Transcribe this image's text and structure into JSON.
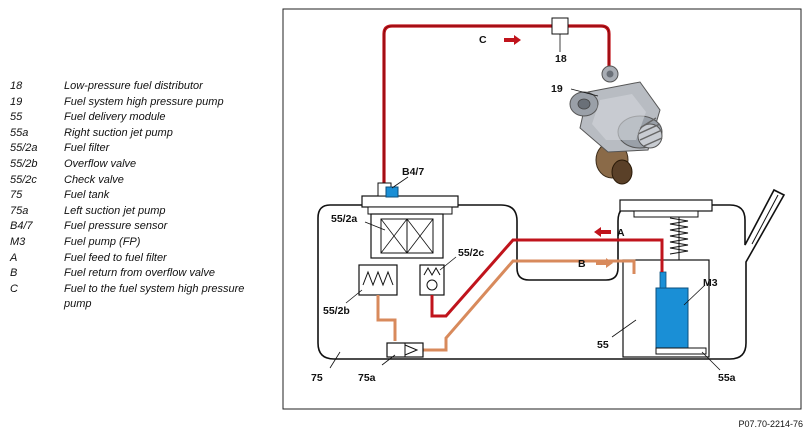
{
  "legend": [
    {
      "code": "18",
      "text": "Low-pressure fuel distributor"
    },
    {
      "code": "19",
      "text": "Fuel system high pressure pump"
    },
    {
      "code": "55",
      "text": "Fuel delivery module"
    },
    {
      "code": "55a",
      "text": "Right suction jet pump"
    },
    {
      "code": "55/2a",
      "text": "Fuel filter"
    },
    {
      "code": "55/2b",
      "text": "Overflow valve"
    },
    {
      "code": "55/2c",
      "text": "Check valve"
    },
    {
      "code": "75",
      "text": "Fuel tank"
    },
    {
      "code": "75a",
      "text": "Left suction jet pump"
    },
    {
      "code": "B4/7",
      "text": "Fuel pressure sensor"
    },
    {
      "code": "M3",
      "text": "Fuel pump (FP)"
    },
    {
      "code": "A",
      "text": "Fuel feed to fuel filter"
    },
    {
      "code": "B",
      "text": "Fuel return from overflow valve"
    },
    {
      "code": "C",
      "text": "Fuel to the fuel system high pressure pump"
    }
  ],
  "labels": {
    "c_arrow": "C",
    "l18": "18",
    "l19": "19",
    "lB47": "B4/7",
    "l552a": "55/2a",
    "l552c": "55/2c",
    "l552b": "55/2b",
    "a_arrow": "A",
    "b_arrow": "B",
    "lM3": "M3",
    "l55": "55",
    "l75": "75",
    "l75a": "75a",
    "l55a": "55a"
  },
  "reference": "P07.70-2214-76",
  "colors": {
    "high_line": "#c0141c",
    "return_line": "#d88a5c",
    "sensor": "#1a8fd6",
    "pump": "#1a8fd6"
  }
}
